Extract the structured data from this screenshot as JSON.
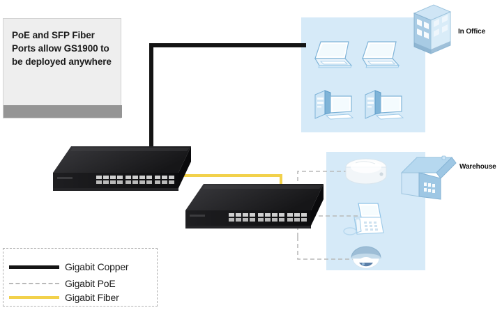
{
  "caption": {
    "text": "PoE and SFP Fiber Ports allow GS1900 to be deployed anywhere"
  },
  "zones": [
    {
      "id": "office",
      "label": "In Office"
    },
    {
      "id": "warehouse",
      "label": "Warehouse"
    }
  ],
  "devices": {
    "switches": [
      {
        "name": "gs1900-switch-top"
      },
      {
        "name": "gs1900-switch-bottom"
      }
    ],
    "office": [
      {
        "name": "laptop-1"
      },
      {
        "name": "laptop-2"
      },
      {
        "name": "desktop-pc-1"
      },
      {
        "name": "desktop-pc-2"
      }
    ],
    "warehouse": [
      {
        "name": "wireless-access-point"
      },
      {
        "name": "ip-phone"
      },
      {
        "name": "dome-security-camera"
      }
    ],
    "buildings": [
      {
        "name": "office-building"
      },
      {
        "name": "warehouse-building"
      }
    ]
  },
  "legend": {
    "items": [
      {
        "label": "Gigabit Copper",
        "style": "solid",
        "color": "#141414"
      },
      {
        "label": "Gigabit PoE",
        "style": "dashed",
        "color": "#b9b9b9"
      },
      {
        "label": "Gigabit Fiber",
        "style": "solid",
        "color": "#f2d14b"
      }
    ]
  },
  "colors": {
    "copper": "#141414",
    "poe": "#b9b9b9",
    "fiber": "#f2d14b",
    "zone_fill": "#d6eaf8",
    "caption_bg": "#eeeeee",
    "caption_footer": "#959595",
    "device_blue": "#8fc3e8",
    "switch_body": "#1d1d1f"
  }
}
